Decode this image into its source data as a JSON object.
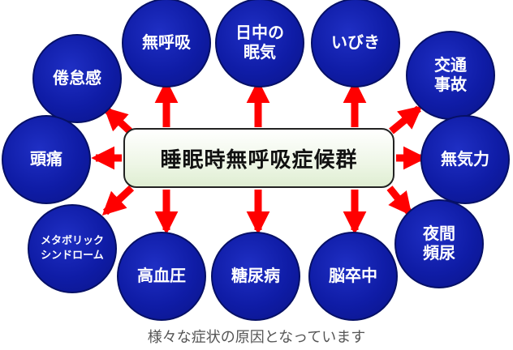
{
  "center": {
    "label": "睡眠時無呼吸症候群"
  },
  "caption": "様々な症状の原因となっています",
  "colors": {
    "node_fill": "#0f1ca6",
    "arrow": "#ff0000",
    "center_fill": "#e6f2dc"
  },
  "nodes": [
    {
      "id": "fatigue",
      "label": "倦怠感"
    },
    {
      "id": "apnea",
      "label": "無呼吸"
    },
    {
      "id": "daytime-sleepiness",
      "label": "日中の\n眠気"
    },
    {
      "id": "snoring",
      "label": "いびき"
    },
    {
      "id": "traffic-accident",
      "label": "交通\n事故"
    },
    {
      "id": "headache",
      "label": "頭痛"
    },
    {
      "id": "lethargy",
      "label": "無気力"
    },
    {
      "id": "metabolic-syndrome",
      "label": "メタボリック\nシンドローム"
    },
    {
      "id": "hypertension",
      "label": "高血圧"
    },
    {
      "id": "diabetes",
      "label": "糖尿病"
    },
    {
      "id": "stroke",
      "label": "脳卒中"
    },
    {
      "id": "nocturia",
      "label": "夜間\n頻尿"
    }
  ]
}
